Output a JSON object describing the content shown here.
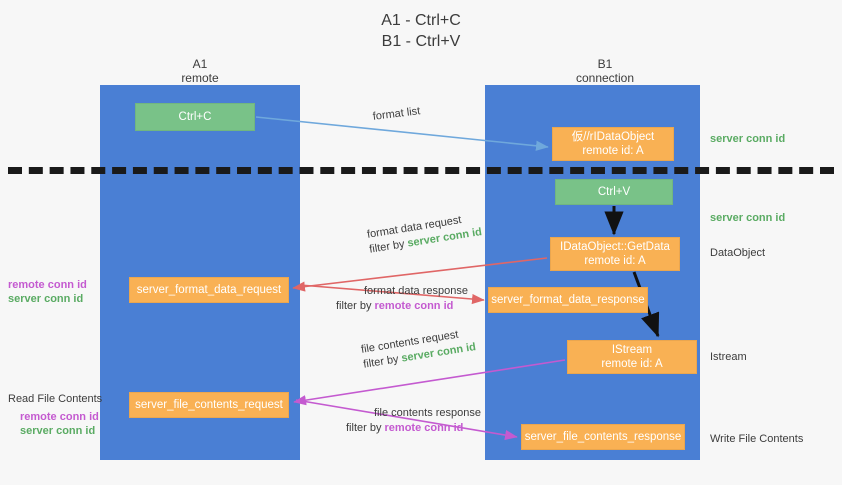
{
  "title": "A1 - Ctrl+C\nB1 - Ctrl+V",
  "columns": {
    "left": {
      "name": "A1",
      "sub": "remote",
      "label": "A1\nremote"
    },
    "right": {
      "name": "B1",
      "sub": "connection",
      "label": "B1\nconnection"
    }
  },
  "colors": {
    "lane": "#4a7fd4",
    "node_green": "#79c288",
    "node_orange": "#f9b154",
    "server_conn_id": "#5aab63",
    "remote_conn_id": "#c45ad0",
    "arrow_blue": "#6fa8dc",
    "arrow_red": "#e06666",
    "arrow_magenta": "#c45ad0",
    "arrow_black": "#000000",
    "divider": "#1a1a1a",
    "background": "#f7f7f7"
  },
  "nodes": {
    "ctrl_c": {
      "line1": "Ctrl+C",
      "line2": ""
    },
    "idataobject_remote": {
      "line1": "仮//rIDataObject",
      "line2": "remote id: A"
    },
    "ctrl_v": {
      "line1": "Ctrl+V",
      "line2": ""
    },
    "getdata": {
      "line1": "IDataObject::GetData",
      "line2": "remote id: A"
    },
    "istream": {
      "line1": "IStream",
      "line2": "remote id: A"
    },
    "server_format_data_request": {
      "line1": "server_format_data_request",
      "line2": ""
    },
    "server_format_data_response": {
      "line1": "server_format_data_response",
      "line2": ""
    },
    "server_file_contents_request": {
      "line1": "server_file_contents_request",
      "line2": ""
    },
    "server_file_contents_response": {
      "line1": "server_file_contents_response",
      "line2": ""
    }
  },
  "edge_labels": {
    "format_list": {
      "line1": "format list",
      "line2": ""
    },
    "format_data_request": {
      "line1": "format data request",
      "filter_prefix": "filter by ",
      "filter_key": "server conn id"
    },
    "format_data_response": {
      "line1": "format data response",
      "filter_prefix": "filter by ",
      "filter_key": "remote conn id"
    },
    "file_contents_request": {
      "line1": "file contents request",
      "filter_prefix": "filter by ",
      "filter_key": "server conn id"
    },
    "file_contents_response": {
      "line1": "file contents response",
      "filter_prefix": "filter by ",
      "filter_key": "remote conn id"
    }
  },
  "side_notes": {
    "left_ids_top": {
      "remote": "remote conn id",
      "server": "server conn id"
    },
    "read_file_contents": {
      "heading": "Read File Contents",
      "remote": "remote conn id",
      "server": "server conn id"
    },
    "right": {
      "server_conn_id_1": "server conn id",
      "server_conn_id_2": "server conn id",
      "dataobject": "DataObject",
      "istream": "Istream",
      "write_file_contents": "Write File Contents"
    }
  }
}
